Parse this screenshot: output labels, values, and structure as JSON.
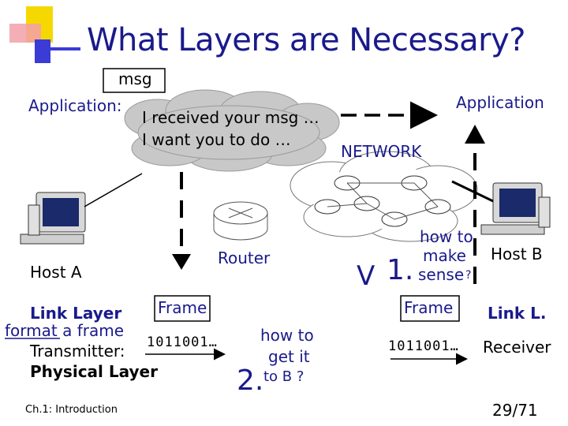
{
  "title": "What Layers are Necessary?",
  "msg_label": "msg",
  "application_left": "Application:",
  "bubble_line1": "I received your msg …",
  "bubble_line2": "I want you to do …",
  "application_right": "Application",
  "network_label": "NETWORK",
  "host_a": "Host A",
  "router": "Router",
  "how_to_make_sense": [
    "how to",
    "make",
    "sense"
  ],
  "question_mark": "?",
  "v_mark": "V",
  "num_one": "1.",
  "host_b": "Host B",
  "link_layer": "Link Layer",
  "frame_left": "Frame",
  "format_line_format": "format",
  "format_line_rest": " a frame",
  "transmitter": "Transmitter:",
  "bits_left": "1011001…",
  "physical_layer": "Physical Layer",
  "how_to_get": [
    "how to",
    "get it",
    "to B ?"
  ],
  "num_two": "2.",
  "frame_right": "Frame",
  "link_l": "Link L.",
  "bits_right": "1011001…",
  "receiver": "Receiver",
  "footer_left": "Ch.1: Introduction",
  "page_number": "29/71",
  "colors": {
    "title": "#1a1a8c",
    "deco_yellow": "#f5d800",
    "deco_blue": "#3b3bd6",
    "deco_red": "#e8334a"
  }
}
